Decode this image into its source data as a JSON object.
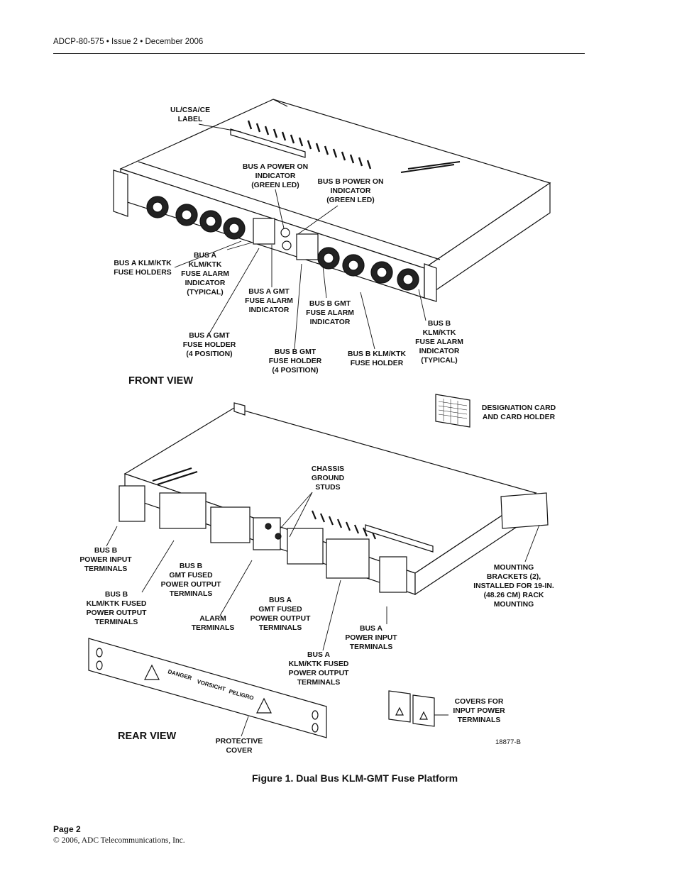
{
  "header": {
    "doc_ref": "ADCP-80-575 • Issue 2 • December 2006"
  },
  "front_view": {
    "title": "FRONT VIEW",
    "labels": {
      "ul_label": "UL/CSA/CE\nLABEL",
      "bus_a_power_led": "BUS A POWER ON\nINDICATOR\n(GREEN LED)",
      "bus_b_power_led": "BUS B POWER ON\nINDICATOR\n(GREEN LED)",
      "bus_a_klm_holders": "BUS A KLM/KTK\nFUSE HOLDERS",
      "bus_a_klm_alarm": "BUS A\nKLM/KTK\nFUSE ALARM\nINDICATOR\n(TYPICAL)",
      "bus_a_gmt_alarm": "BUS A GMT\nFUSE ALARM\nINDICATOR",
      "bus_b_gmt_alarm": "BUS B GMT\nFUSE ALARM\nINDICATOR",
      "bus_b_klm_alarm": "BUS B\nKLM/KTK\nFUSE ALARM\nINDICATOR\n(TYPICAL)",
      "bus_a_gmt_holder": "BUS A GMT\nFUSE HOLDER\n(4 POSITION)",
      "bus_b_gmt_holder": "BUS B GMT\nFUSE HOLDER\n(4 POSITION)",
      "bus_b_klm_holder": "BUS B KLM/KTK\nFUSE HOLDER"
    }
  },
  "rear_view": {
    "title": "REAR  VIEW",
    "labels": {
      "designation_card": "DESIGNATION CARD\nAND CARD HOLDER",
      "chassis_ground": "CHASSIS\nGROUND\nSTUDS",
      "bus_b_power_input": "BUS B\nPOWER INPUT\nTERMINALS",
      "bus_b_gmt_output": "BUS B\nGMT FUSED\nPOWER OUTPUT\nTERMINALS",
      "bus_b_klm_output": "BUS B\nKLM/KTK FUSED\nPOWER OUTPUT\nTERMINALS",
      "alarm_terminals": "ALARM\nTERMINALS",
      "bus_a_gmt_output": "BUS A\nGMT FUSED\nPOWER OUTPUT\nTERMINALS",
      "bus_a_power_input": "BUS A\nPOWER INPUT\nTERMINALS",
      "bus_a_klm_output": "BUS A\nKLM/KTK FUSED\nPOWER OUTPUT\nTERMINALS",
      "mounting_brackets": "MOUNTING\nBRACKETS (2),\nINSTALLED FOR 19-IN.\n(48.26 CM) RACK\nMOUNTING",
      "protective_cover": "PROTECTIVE\nCOVER",
      "covers_input": "COVERS FOR\nINPUT POWER\nTERMINALS"
    },
    "cover_words": [
      "DANGER",
      "VORSICHT",
      "PELIGRO"
    ]
  },
  "drawing_number": "18877-B",
  "figure_caption": "Figure 1.  Dual Bus KLM-GMT Fuse Platform",
  "footer": {
    "page": "Page 2",
    "copyright": "© 2006, ADC Telecommunications, Inc."
  }
}
